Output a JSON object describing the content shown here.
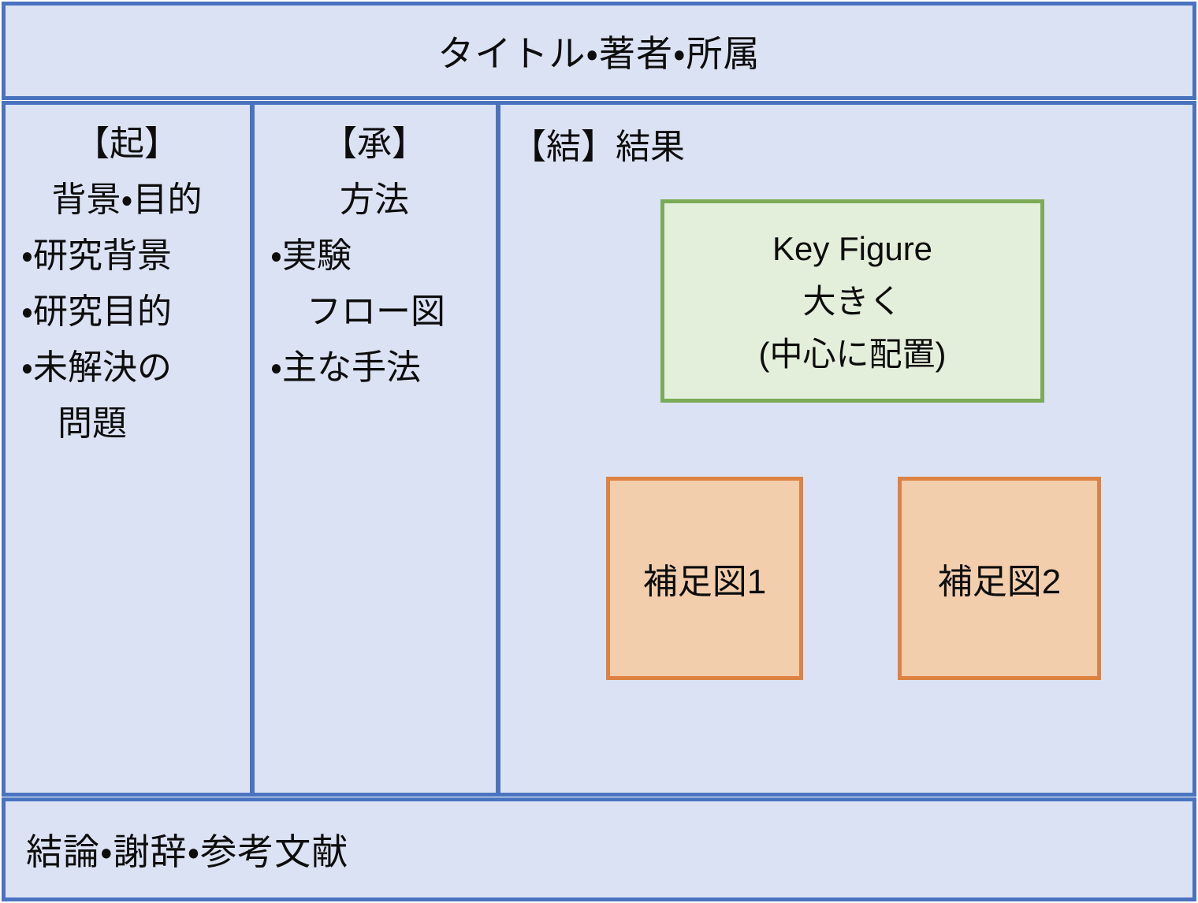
{
  "colors": {
    "panel_fill": "#dbe2f3",
    "panel_border": "#4a73bf",
    "green_fill": "#e3efda",
    "green_border": "#7bab57",
    "orange_fill": "#f2cead",
    "orange_border": "#dd8243",
    "text": "#0d0d0d"
  },
  "header": {
    "title": "タイトル・著者・所属"
  },
  "intro_column": {
    "heading": "【起】",
    "subheading": "背景・目的",
    "items": [
      "・研究背景",
      "・研究目的",
      "・未解決の",
      "問題"
    ]
  },
  "method_column": {
    "heading": "【承】",
    "subheading": "方法",
    "items": [
      "・実験",
      "フロー図",
      "・主な手法"
    ]
  },
  "result_column": {
    "heading": "【結】結果",
    "key_figure": {
      "lines": [
        "Key Figure",
        "大きく",
        "(中心に配置)"
      ]
    },
    "sub_figures": [
      "補足図1",
      "補足図2"
    ]
  },
  "footer": {
    "text": "結論・謝辞・参考文献"
  }
}
